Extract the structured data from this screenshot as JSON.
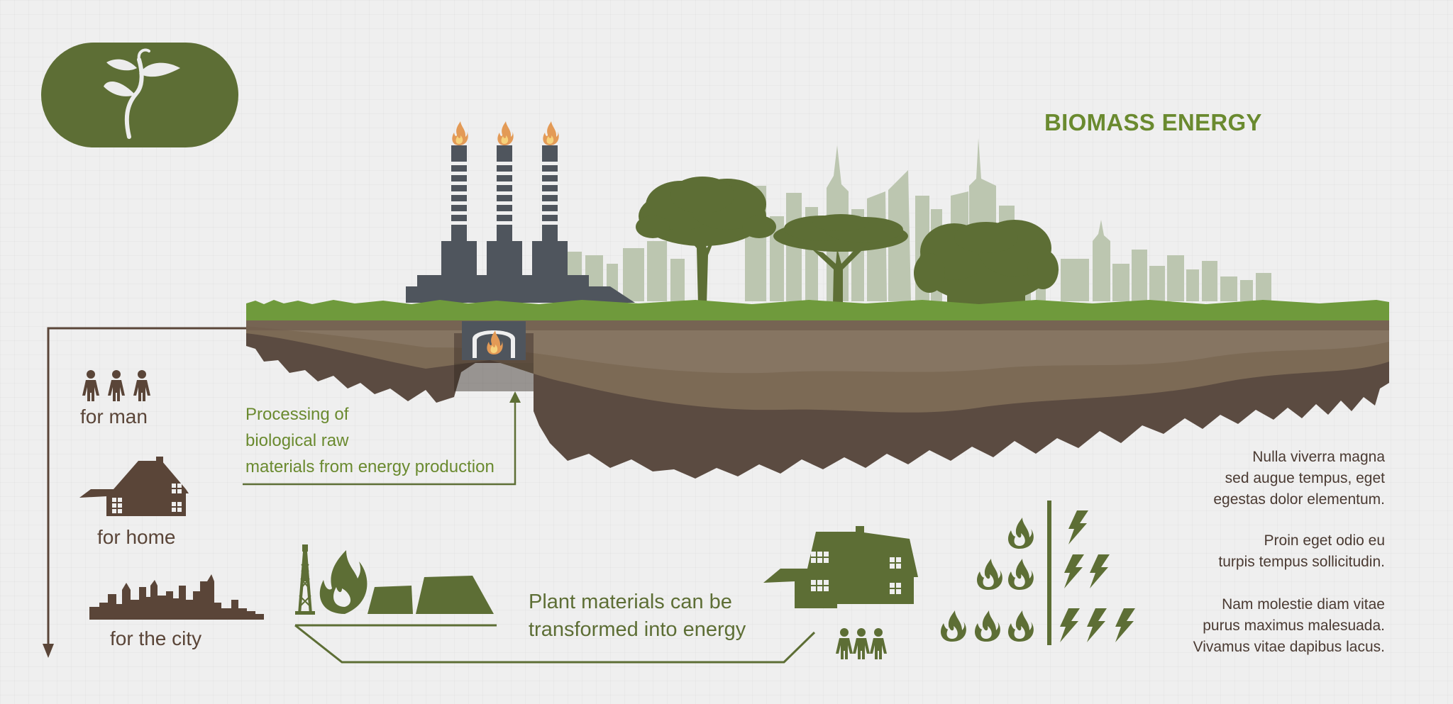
{
  "title": "BIOMASS ENERGY",
  "labels": {
    "for_man": "for man",
    "for_home": "for home",
    "for_city": "for the city"
  },
  "processing": [
    "Processing of",
    "biological  raw",
    "materials from energy production"
  ],
  "plant": [
    "Plant materials can be",
    "transformed into energy"
  ],
  "paragraphs": [
    [
      "Nulla viverra magna",
      "sed augue tempus, eget",
      "egestas dolor elementum."
    ],
    [
      "Proin eget odio eu",
      "turpis tempus sollicitudin."
    ],
    [
      "Nam molestie diam vitae",
      "purus maximus malesuada.",
      "Vivamus vitae dapibus lacus."
    ]
  ],
  "icons": [
    "leaf-sprout-icon",
    "power-plant-icon",
    "furnace-icon",
    "people-icon",
    "house-icon",
    "city-skyline-icon",
    "oil-derrick-icon",
    "fire-icon",
    "lightning-icon",
    "tree-icon"
  ],
  "colors": {
    "olive": "#5d6e35",
    "title_green": "#6a8a2f",
    "grass": "#6f9a3c",
    "soil_dark": "#5b4b41",
    "soil_mid": "#6f5d4d",
    "soil_light": "#7c6a55",
    "brown_icons": "#5a4538",
    "skyline": "#bcc6b0",
    "chimney": "#4f555d"
  }
}
